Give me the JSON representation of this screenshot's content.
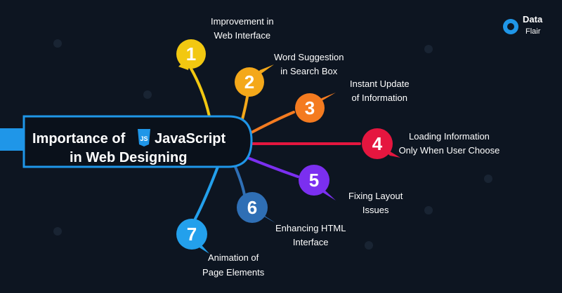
{
  "brand": {
    "line1": "Data",
    "line2": "Flair"
  },
  "title": {
    "prefix": "Importance of",
    "badge": "JS",
    "suffix": "JavaScript",
    "line2": "in Web Designing"
  },
  "branches": [
    {
      "num": "1",
      "line1": "Improvement in",
      "line2": "Web Interface",
      "color": "#f2c811"
    },
    {
      "num": "2",
      "line1": "Word Suggestion",
      "line2": "in Search Box",
      "color": "#f4a81a"
    },
    {
      "num": "3",
      "line1": "Instant Update",
      "line2": "of Information",
      "color": "#f47b20"
    },
    {
      "num": "4",
      "line1": "Loading Information",
      "line2": "Only When User Choose",
      "color": "#e5163f"
    },
    {
      "num": "5",
      "line1": "Fixing Layout",
      "line2": "Issues",
      "color": "#7b2ff0"
    },
    {
      "num": "6",
      "line1": "Enhancing HTML",
      "line2": "Interface",
      "color": "#2f6fb5"
    },
    {
      "num": "7",
      "line1": "Animation of",
      "line2": "Page Elements",
      "color": "#23a0ec"
    }
  ],
  "colors": {
    "background": "#0d1521",
    "title_box_border": "#1f96e8",
    "badge": "#1f96e8"
  }
}
